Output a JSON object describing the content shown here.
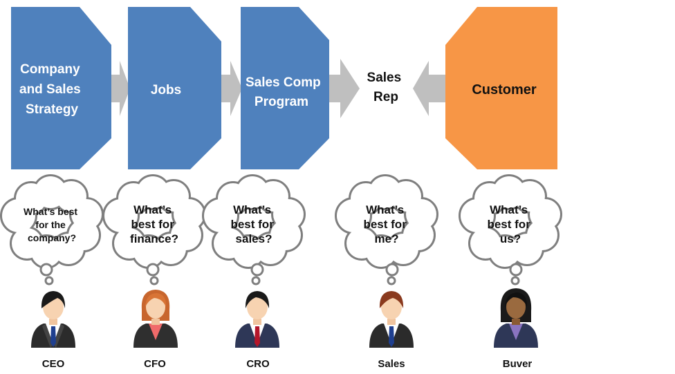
{
  "flow": {
    "boxes": [
      {
        "lines": [
          "Company",
          "and Sales",
          "Strategy"
        ],
        "color": "#4f81bd"
      },
      {
        "lines": [
          "Jobs"
        ],
        "color": "#4f81bd"
      },
      {
        "lines": [
          "Sales Comp",
          "Program"
        ],
        "color": "#4f81bd"
      },
      {
        "lines": [
          "Sales",
          "Rep"
        ]
      },
      {
        "lines": [
          "Customer"
        ],
        "color": "#f79646"
      }
    ],
    "arrow_color": "#bfbfbf"
  },
  "people": [
    {
      "role": "CEO",
      "thought": [
        "What’s best",
        "for the",
        "company?"
      ],
      "icon": "businessman-icon"
    },
    {
      "role": "CFO",
      "thought": [
        "What’s",
        "best for",
        "finance?"
      ],
      "icon": "businesswoman-icon"
    },
    {
      "role": "CRO",
      "thought": [
        "What’s",
        "best for",
        "sales?"
      ],
      "icon": "businessman-red-tie-icon"
    },
    {
      "role": "Sales",
      "thought": [
        "What’s",
        "best for",
        "me?"
      ],
      "icon": "salesman-icon"
    },
    {
      "role": "Buver",
      "thought": [
        "What’s",
        "best for",
        "us?"
      ],
      "icon": "buyer-woman-icon"
    }
  ]
}
